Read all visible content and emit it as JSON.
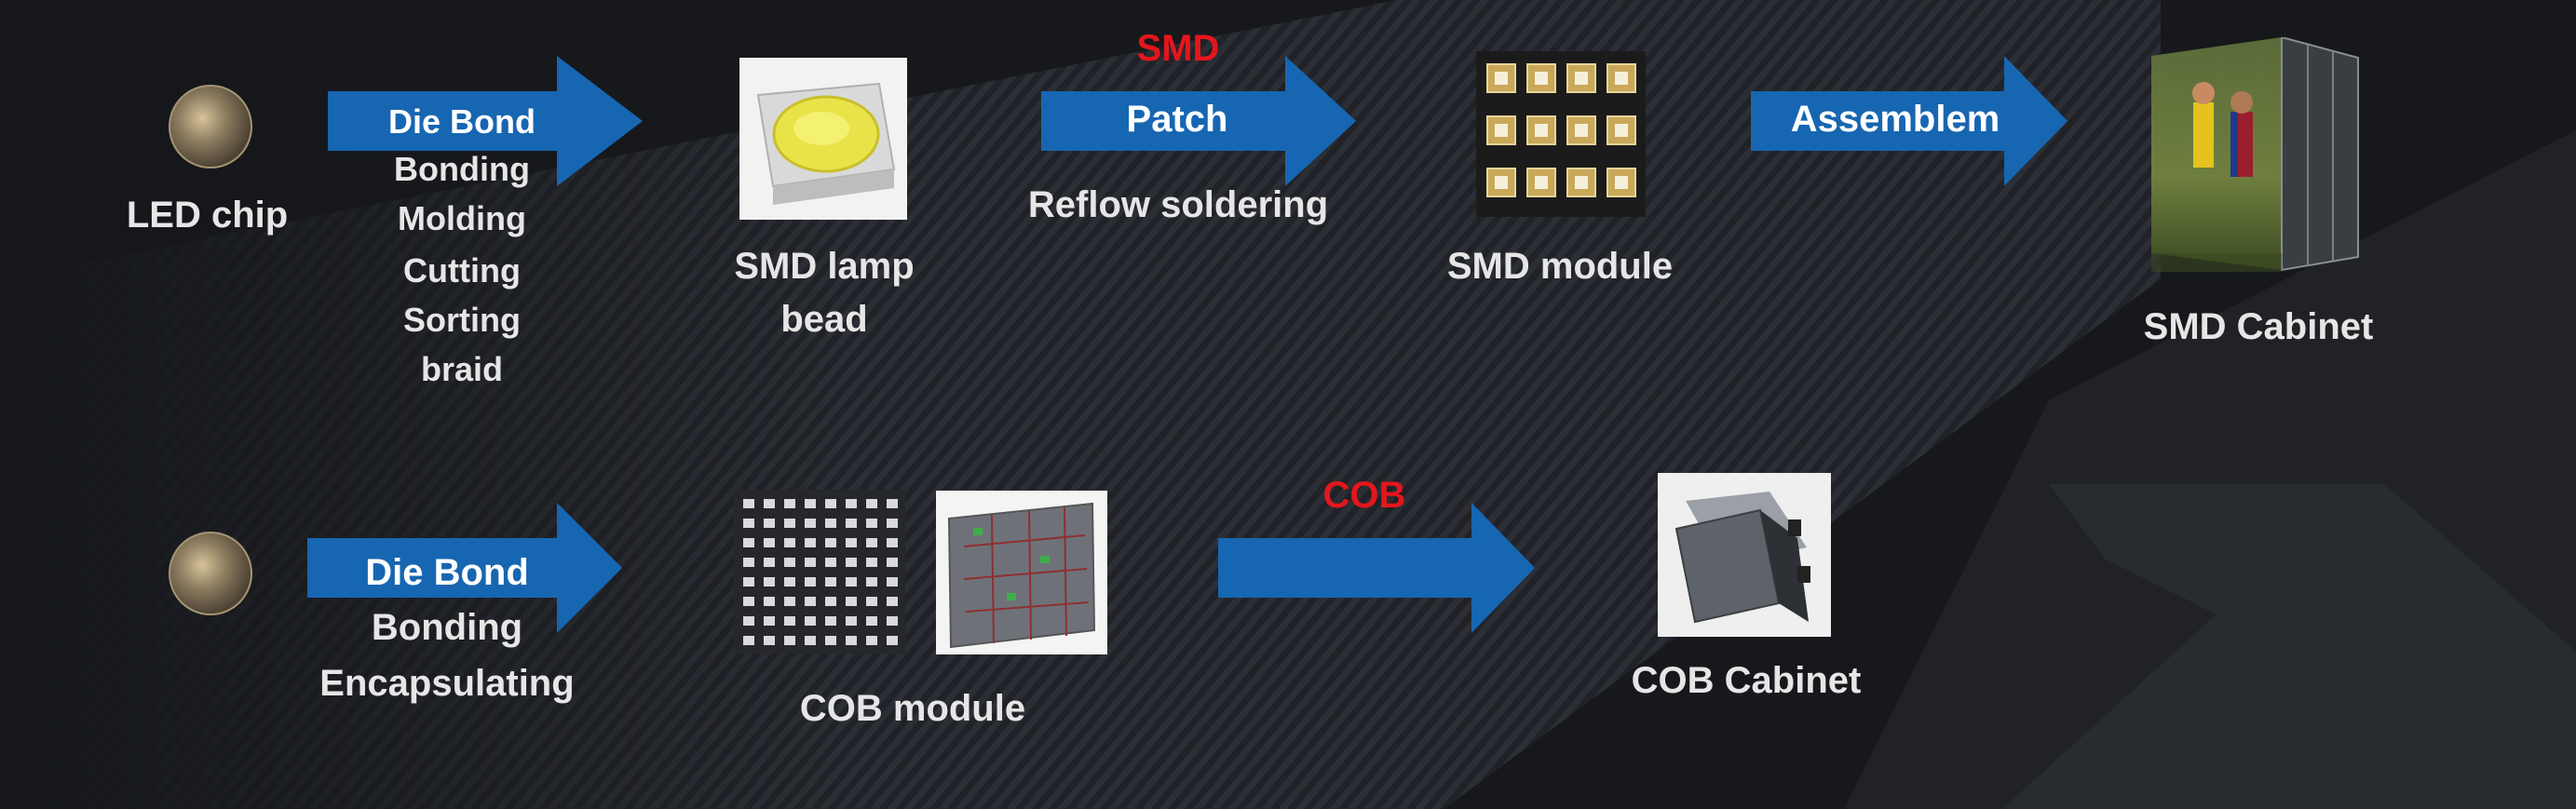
{
  "colors": {
    "arrow": "#1766b2",
    "accent_red": "#e4161d",
    "text": "#e6e6e6",
    "background": "#1a1c21"
  },
  "smd_row": {
    "source_label": "LED chip",
    "arrow1": {
      "label": "Die Bond",
      "steps": [
        "Bonding",
        "Molding",
        "Cutting",
        "Sorting",
        "braid"
      ]
    },
    "lamp_bead_label_line1": "SMD lamp",
    "lamp_bead_label_line2": "bead",
    "arrow2": {
      "tag": "SMD",
      "label": "Patch",
      "sub": "Reflow soldering"
    },
    "module_label": "SMD module",
    "arrow3": {
      "label": "Assemblem"
    },
    "cabinet_label": "SMD Cabinet"
  },
  "cob_row": {
    "arrow1": {
      "label": "Die Bond",
      "steps": [
        "Bonding",
        "Encapsulating"
      ]
    },
    "module_label": "COB module",
    "arrow2": {
      "tag": "COB"
    },
    "cabinet_label": "COB Cabinet"
  }
}
